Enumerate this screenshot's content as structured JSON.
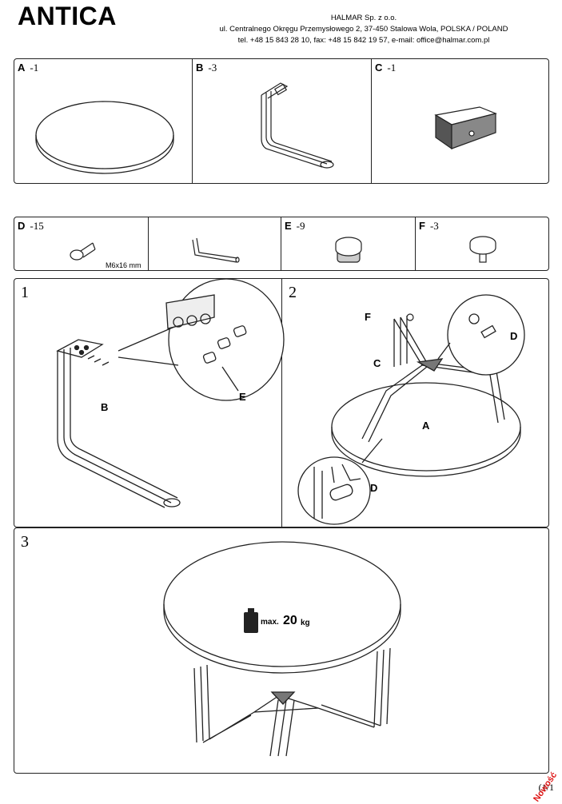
{
  "header": {
    "title": "ANTICA",
    "company_lines": [
      "HALMAR Sp. z o.o.",
      "ul. Centralnego Okręgu Przemysłowego 2, 37-450 Stalowa Wola, POLSKA / POLAND",
      "tel. +48 15 843 28 10, fax: +48 15 842 19 57, e-mail: office@halmar.com.pl"
    ]
  },
  "parts_row1": [
    {
      "letter": "A",
      "qty": "-1"
    },
    {
      "letter": "B",
      "qty": "-3"
    },
    {
      "letter": "C",
      "qty": "-1"
    }
  ],
  "parts_row2": [
    {
      "letter": "D",
      "qty": "-15",
      "note": "M6x16 mm"
    },
    {
      "letter": "",
      "qty": ""
    },
    {
      "letter": "E",
      "qty": "-9"
    },
    {
      "letter": "F",
      "qty": "-3"
    }
  ],
  "steps": {
    "s1": {
      "num": "1",
      "label_b": "B",
      "label_e": "E"
    },
    "s2": {
      "num": "2",
      "label_f": "F",
      "label_c": "C",
      "label_d1": "D",
      "label_a": "A",
      "label_d2": "D"
    },
    "s3": {
      "num": "3",
      "max_label": "max.",
      "max_value": "20",
      "max_unit": "kg"
    }
  },
  "footer": {
    "page": "(1/1",
    "stamp": "Nowość"
  }
}
